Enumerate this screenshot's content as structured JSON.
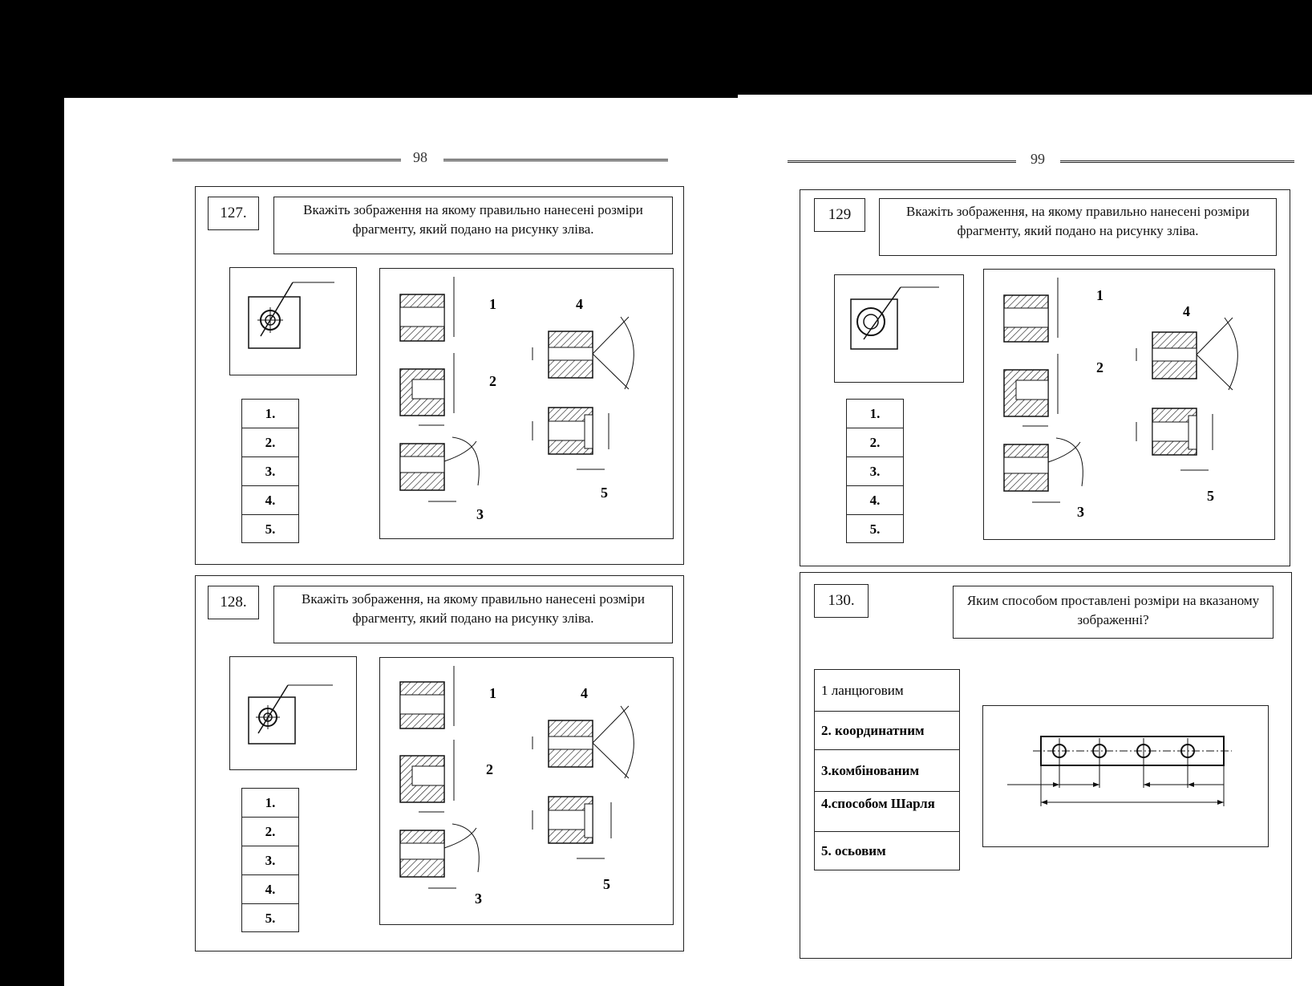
{
  "left_page": {
    "number": "98"
  },
  "right_page": {
    "number": "99"
  },
  "tasks": {
    "t127": {
      "number": "127.",
      "question": "Вкажіть зображення на якому правильно нанесені розміри фрагменту, який подано на рисунку зліва.",
      "options": [
        "1.",
        "2.",
        "3.",
        "4.",
        "5."
      ],
      "labels": [
        "1",
        "2",
        "3",
        "4",
        "5"
      ]
    },
    "t128": {
      "number": "128.",
      "question": "Вкажіть зображення, на якому правильно нанесені розміри фрагменту, який подано на рисунку зліва.",
      "options": [
        "1.",
        "2.",
        "3.",
        "4.",
        "5."
      ],
      "labels": [
        "1",
        "2",
        "3",
        "4",
        "5"
      ]
    },
    "t129": {
      "number": "129",
      "question": "Вкажіть зображення, на якому правильно нанесені розміри фрагменту, який подано на рисунку зліва.",
      "options": [
        "1.",
        "2.",
        "3.",
        "4.",
        "5."
      ],
      "labels": [
        "1",
        "2",
        "3",
        "4",
        "5"
      ]
    },
    "t130": {
      "number": "130.",
      "question": "Яким способом проставлені розміри на вказаному зображенні?",
      "options": [
        "1 ланцюговим",
        "2. координатним",
        "3.комбінованим",
        "4.способом Шарля",
        "5. осьовим"
      ]
    }
  }
}
